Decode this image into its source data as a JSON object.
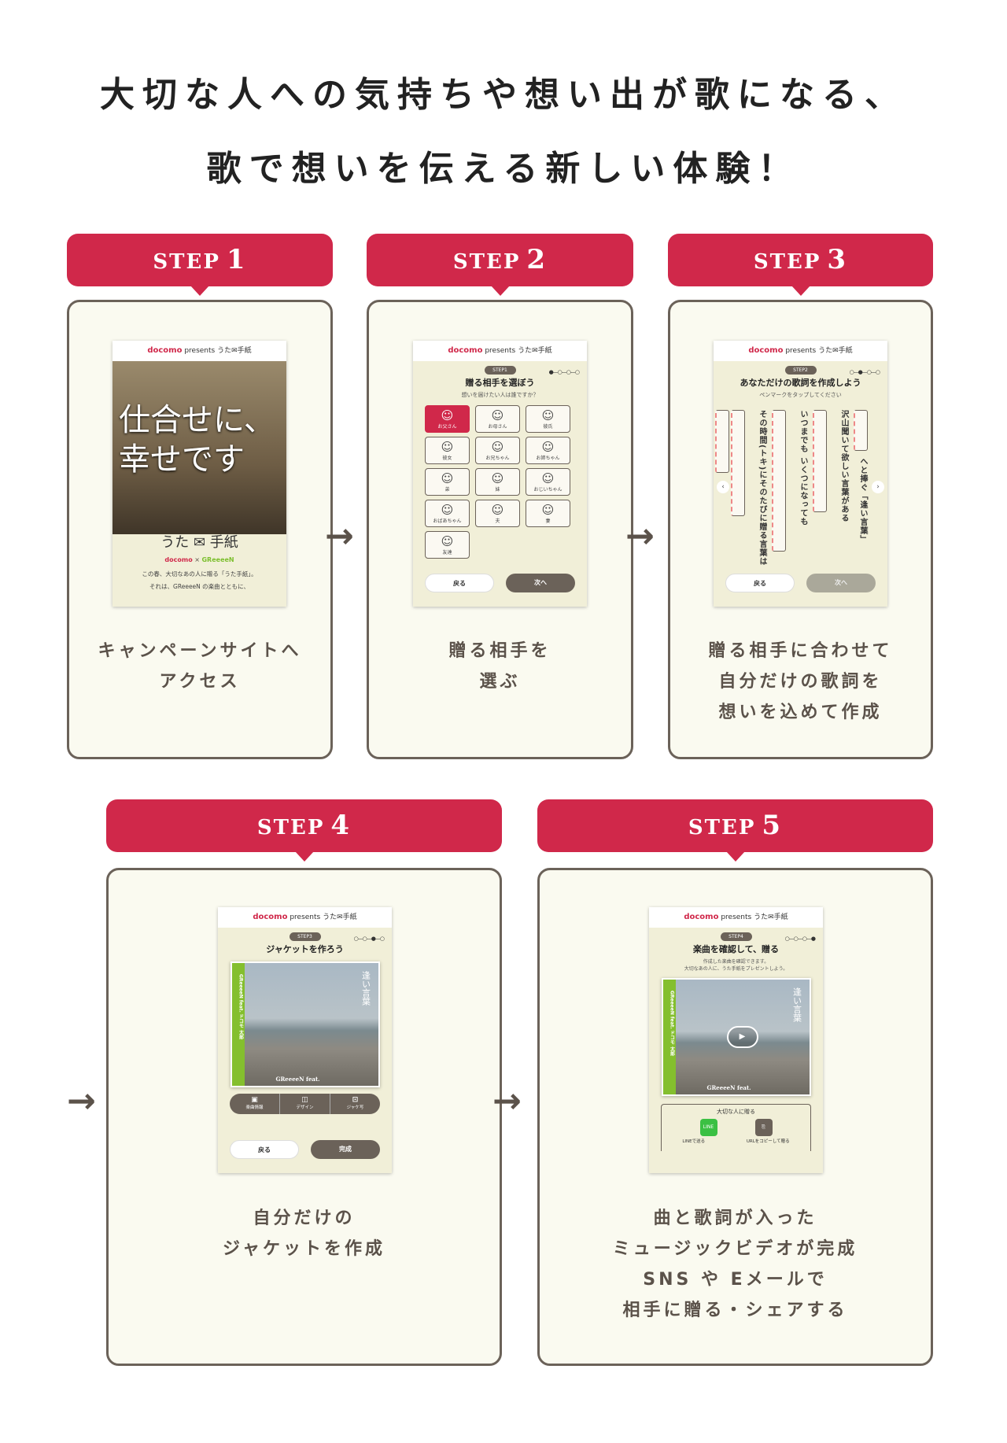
{
  "headline": {
    "line1": "大切な人への気持ちや想い出が歌になる、",
    "line2": "歌で想いを伝える新しい体験！"
  },
  "colors": {
    "accent": "#d0284a",
    "border": "#6b6259",
    "panel": "#fafaf0",
    "green": "#84bf2e"
  },
  "step_word": "STEP",
  "app_header": {
    "brand": "docomo",
    "presents": "presents",
    "name": "うた✉手紙"
  },
  "steps": [
    {
      "num": "1",
      "caption": [
        "キャンペーンサイトへ",
        "アクセス"
      ],
      "screen": {
        "hero": "仕合せに、幸せです",
        "logo": "うた ✉ 手紙",
        "collab_a": "docomo",
        "collab_x": "×",
        "collab_b": "GReeeeN",
        "intro": [
          "この春、大切なあの人に贈る「うた手紙」。",
          "それは、GReeeeN の楽曲とともに、"
        ]
      }
    },
    {
      "num": "2",
      "caption": [
        "贈る相手を",
        "選ぶ"
      ],
      "screen": {
        "badge": "STEP1",
        "title": "贈る相手を選ぼう",
        "sub": "想いを届けたい人は誰ですか？",
        "options": [
          "お父さん",
          "お母さん",
          "彼氏",
          "彼女",
          "お兄ちゃん",
          "お姉ちゃん",
          "弟",
          "妹",
          "おじいちゃん",
          "おばあちゃん",
          "夫",
          "妻",
          "友達"
        ],
        "back": "戻る",
        "next": "次へ"
      }
    },
    {
      "num": "3",
      "caption": [
        "贈る相手に合わせて",
        "自分だけの歌詞を",
        "想いを込めて作成"
      ],
      "screen": {
        "badge": "STEP2",
        "title": "あなただけの歌詞を作成しよう",
        "sub": "ペンマークをタップしてください",
        "lyrics": [
          "その時間(トキ)にそのたびに贈る言葉は",
          "いつまでも いくつになっても",
          "沢山聞いて欲しい言葉がある",
          "へと捧ぐ「逢い言葉」"
        ],
        "back": "戻る",
        "next": "次へ"
      }
    },
    {
      "num": "4",
      "caption": [
        "自分だけの",
        "ジャケットを作成"
      ],
      "screen": {
        "badge": "STEP3",
        "title": "ジャケットを作ろう",
        "jacket_title": "逢い言葉",
        "spine": "GReeeeN feat. ドコモ 太郎",
        "jacket_artist": "GReeeeN feat.",
        "tools": [
          "楽曲情報",
          "デザイン",
          "ジャケ写"
        ],
        "back": "戻る",
        "next": "完成"
      }
    },
    {
      "num": "5",
      "caption": [
        "曲と歌詞が入った",
        "ミュージックビデオが完成",
        "SNS や Eメールで",
        "相手に贈る・シェアする"
      ],
      "screen": {
        "badge": "STEP4",
        "title": "楽曲を確認して、贈る",
        "sub": [
          "作成した楽曲を確認できます。",
          "大切なあの人に、うた手紙をプレゼントしよう。"
        ],
        "jacket_title": "逢い言葉",
        "spine": "GReeeeN feat. ドコモ 太郎",
        "jacket_artist": "GReeeeN feat.",
        "share_title": "大切な人に贈る",
        "line_icon": "LINE",
        "share_line": "LINEで送る",
        "share_url": "URLをコピーして贈る"
      }
    }
  ]
}
